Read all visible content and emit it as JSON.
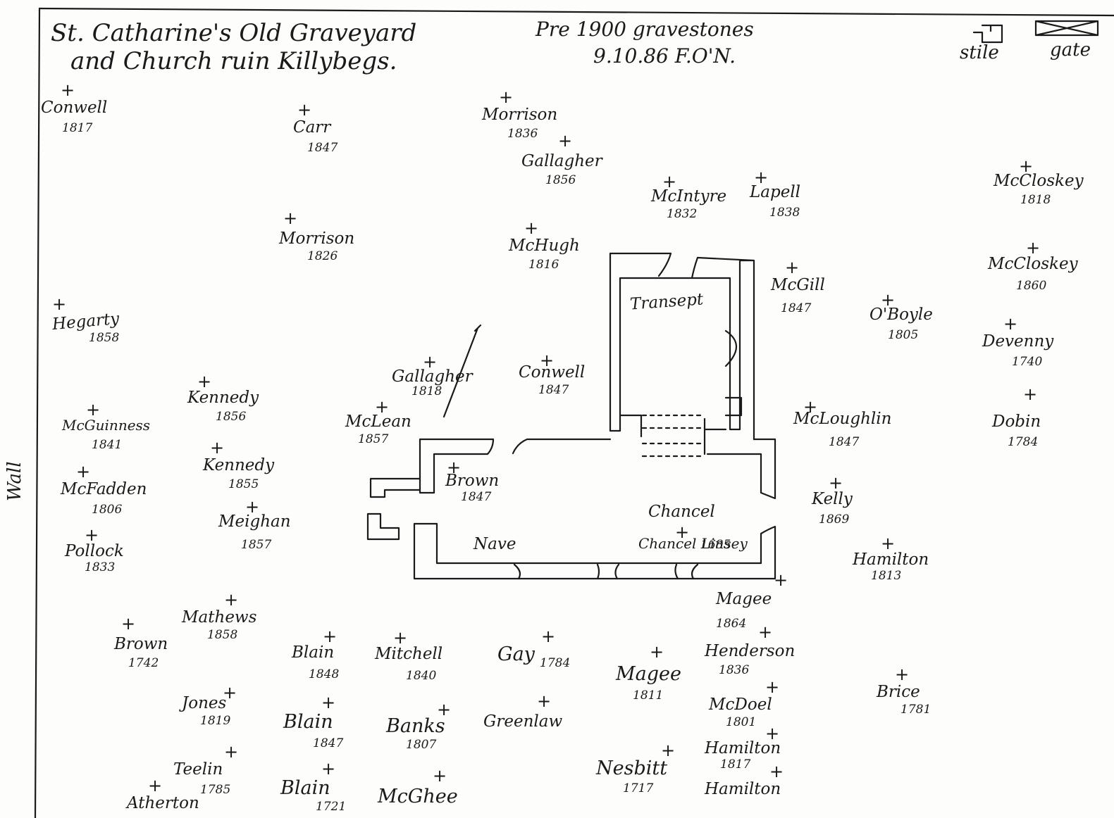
{
  "header": {
    "title_line1": "St. Catharine's Old Graveyard",
    "title_line2": "and Church ruin Killybegs.",
    "subtitle_line1": "Pre 1900 gravestones",
    "subtitle_line2": "9.10.86 F.O'N."
  },
  "legend": {
    "stile_label": "stile",
    "gate_label": "gate"
  },
  "wall_label": "Wall",
  "church_labels": {
    "transept": "Transept",
    "chancel": "Chancel",
    "nave": "Nave"
  },
  "graves": [
    {
      "name": "Conwell",
      "year": "1817"
    },
    {
      "name": "Carr",
      "year": "1847"
    },
    {
      "name": "Morrison",
      "year": "1836"
    },
    {
      "name": "Gallagher",
      "year": "1856"
    },
    {
      "name": "McIntyre",
      "year": "1832"
    },
    {
      "name": "Lapell",
      "year": "1838"
    },
    {
      "name": "McCloskey",
      "year": "1818"
    },
    {
      "name": "Morrison",
      "year": "1826"
    },
    {
      "name": "McHugh",
      "year": "1816"
    },
    {
      "name": "McGill",
      "year": "1847"
    },
    {
      "name": "O'Boyle",
      "year": "1805"
    },
    {
      "name": "McCloskey",
      "year": "1860"
    },
    {
      "name": "Hegarty",
      "year": "1858"
    },
    {
      "name": "Devenny",
      "year": "1740"
    },
    {
      "name": "Gallagher",
      "year": "1818"
    },
    {
      "name": "Conwell",
      "year": "1847"
    },
    {
      "name": "Kennedy",
      "year": "1856"
    },
    {
      "name": "McGuinness",
      "year": "1841"
    },
    {
      "name": "McLean",
      "year": "1857"
    },
    {
      "name": "McLoughlin",
      "year": "1847"
    },
    {
      "name": "Dobin",
      "year": "1784"
    },
    {
      "name": "Kennedy",
      "year": "1855"
    },
    {
      "name": "Brown",
      "year": "1847"
    },
    {
      "name": "McFadden",
      "year": "1806"
    },
    {
      "name": "Kelly",
      "year": "1869"
    },
    {
      "name": "Meighan",
      "year": "1857"
    },
    {
      "name": "Chancel Linsey",
      "year": "1685"
    },
    {
      "name": "Pollock",
      "year": "1833"
    },
    {
      "name": "Hamilton",
      "year": "1813"
    },
    {
      "name": "Magee",
      "year": "1864"
    },
    {
      "name": "Mathews",
      "year": "1858"
    },
    {
      "name": "Brown",
      "year": "1742"
    },
    {
      "name": "Blain",
      "year": "1848"
    },
    {
      "name": "Mitchell",
      "year": "1840"
    },
    {
      "name": "Gay",
      "year": "1784"
    },
    {
      "name": "Magee",
      "year": "1811"
    },
    {
      "name": "Henderson",
      "year": "1836"
    },
    {
      "name": "Brice",
      "year": "1781"
    },
    {
      "name": "Jones",
      "year": "1819"
    },
    {
      "name": "Blain",
      "year": "1847"
    },
    {
      "name": "Banks",
      "year": "1807"
    },
    {
      "name": "Greenlaw",
      "year": ""
    },
    {
      "name": "McDoel",
      "year": "1801"
    },
    {
      "name": "Hamilton",
      "year": "1817"
    },
    {
      "name": "Teelin",
      "year": "1785"
    },
    {
      "name": "Nesbitt",
      "year": "1717"
    },
    {
      "name": "Atherton",
      "year": ""
    },
    {
      "name": "Blain",
      "year": "1721"
    },
    {
      "name": "McGhee",
      "year": ""
    },
    {
      "name": "Hamilton",
      "year": ""
    }
  ]
}
